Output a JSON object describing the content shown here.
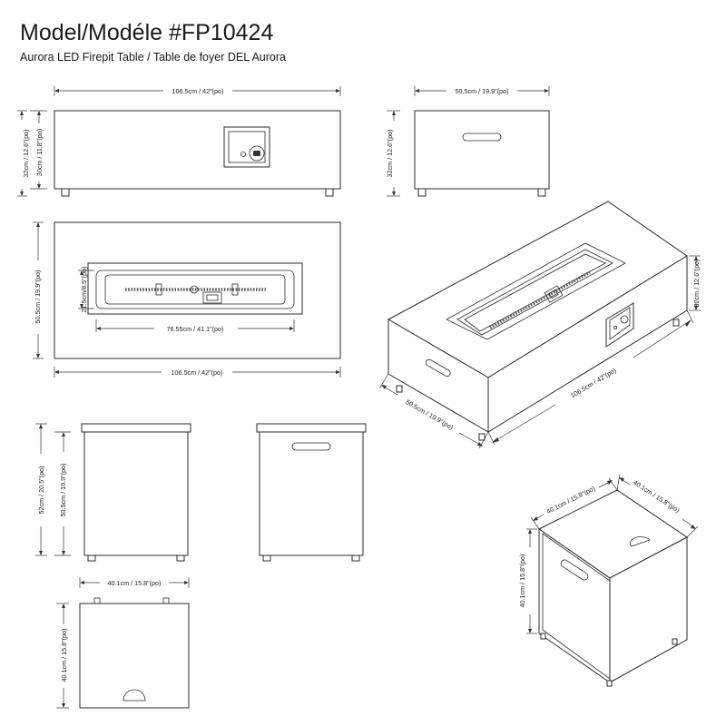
{
  "header": {
    "title": "Model/Modéle #FP10424",
    "subtitle": "Aurora LED Firepit Table / Table de foyer DEL Aurora"
  },
  "dimensions": {
    "front_width": "106.5cm / 42\"(po)",
    "front_height": "32cm / 12.6\"(po)",
    "front_inner_height": "30cm / 11.8\"(po)",
    "side_width": "50.5cm / 19.9\"(po)",
    "side_height": "32cm / 12.6\"(po)",
    "top_depth": "50.5cm / 19.9\"(po)",
    "top_width": "106.5cm / 42\"(po)",
    "burner_width": "76.55cm / 41.1\"(po)",
    "burner_depth": "21.5cm/8.5\"(po)",
    "iso_height": "32cm / 12.6\"(po)",
    "iso_width": "106.5cm / 42\"(po)",
    "iso_depth": "50.5cm / 19.9\"(po)",
    "tank_height": "52cm / 20.5\"(po)",
    "tank_depth": "50.5cm / 19.9\"(po)",
    "tank_top_width": "40.1cm / 15.8\"(po)",
    "tank_top_depth": "40.1cm / 15.8\"(po)",
    "cube_depth": "40.1cm / 15.8\"(po)",
    "cube_width": "40.1cm / 15.8\"(po)",
    "cube_height": "40.1cm / 15.8\"(po)"
  }
}
